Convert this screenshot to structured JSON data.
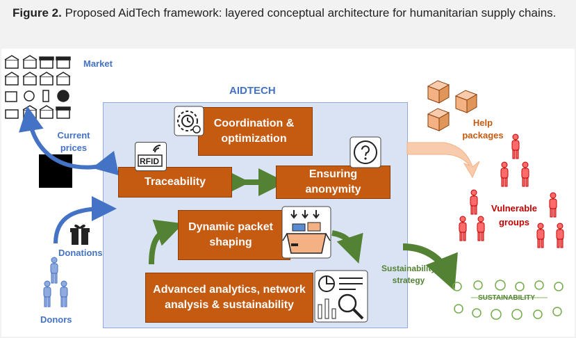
{
  "caption": {
    "label": "Figure 2.",
    "text": " Proposed AidTech framework: layered conceptual architecture for humanitarian supply chains."
  },
  "diagram": {
    "title": "AIDTECH",
    "market": "Market",
    "current_prices": "Current prices",
    "donations": "Donations",
    "donors": "Donors",
    "help_packages": "Help packages",
    "vulnerable_groups": "Vulnerable groups",
    "sustainability_strategy": "Sustainability strategy",
    "sustainability_banner": "SUSTAINABILITY",
    "rfid": "RFID",
    "boxes": {
      "coordination": "Coordination & optimization",
      "traceability": "Traceability",
      "anonymity": "Ensuring anonymity",
      "packet": "Dynamic packet shaping",
      "analytics": "Advanced analytics, network analysis & sustainability"
    }
  },
  "colors": {
    "accent_box": "#c55a11",
    "frame": "#dae3f3",
    "arrow_blue": "#4472c4",
    "arrow_green": "#548235",
    "person_red": "#c00000"
  }
}
